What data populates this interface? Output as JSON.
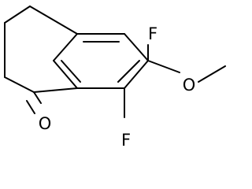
{
  "atoms": {
    "fluorine_top": "F",
    "fluorine_bottom": "F",
    "oxygen_methoxy": "O",
    "oxygen_carbonyl": "O"
  }
}
